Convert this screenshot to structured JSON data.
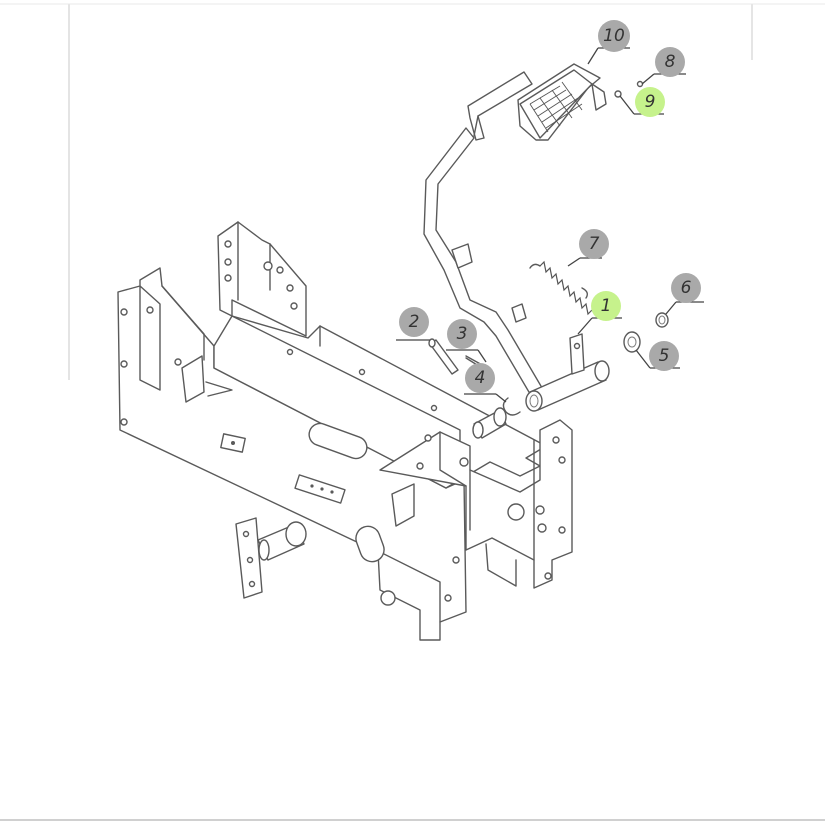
{
  "callouts": [
    {
      "label": "1",
      "highlight": "green"
    },
    {
      "label": "2",
      "highlight": "gray"
    },
    {
      "label": "3",
      "highlight": "gray"
    },
    {
      "label": "4",
      "highlight": "gray"
    },
    {
      "label": "5",
      "highlight": "gray"
    },
    {
      "label": "6",
      "highlight": "gray"
    },
    {
      "label": "7",
      "highlight": "gray"
    },
    {
      "label": "8",
      "highlight": "gray"
    },
    {
      "label": "9",
      "highlight": "green"
    },
    {
      "label": "10",
      "highlight": "gray"
    }
  ],
  "colors": {
    "gray_badge": "#a9a9a9",
    "green_badge": "#c6f28c",
    "line": "#5a5a5a",
    "frame": "#d9d9d9"
  }
}
